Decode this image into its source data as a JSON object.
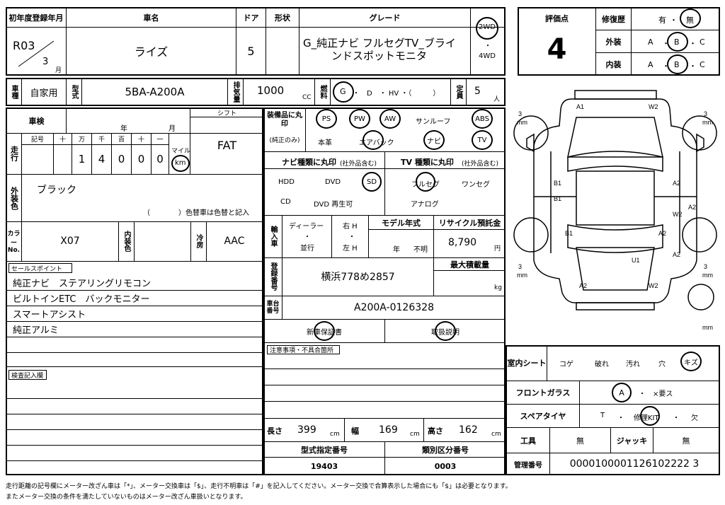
{
  "header": {
    "reg_year_label": "初年度登録年月",
    "reg_era": "R03",
    "reg_month": "3",
    "month_unit": "月",
    "car_name_label": "車名",
    "car_name": "ライズ",
    "doors_label": "ドア",
    "doors": "5",
    "shape_label": "形状",
    "grade_label": "グレード",
    "grade_line1": "G_純正ナビ フルセグTV_ブライ",
    "grade_line2": "ンドスポットモニタ",
    "drive_2wd": "2WD",
    "drive_dot": "・",
    "drive_4wd": "4WD"
  },
  "evaluation": {
    "score_label": "評価点",
    "score": "4",
    "repair_label": "修復歴",
    "repair_yes": "有",
    "repair_no": "無",
    "exterior_label": "外装",
    "interior_label": "内装",
    "grade_a": "A",
    "grade_b": "B",
    "grade_c": "C",
    "dot": "・"
  },
  "row2": {
    "usage_label": "車種",
    "usage": "自家用",
    "model_label": "型式",
    "model": "5BA-A200A",
    "displacement_label": "排気量",
    "displacement": "1000",
    "cc": "CC",
    "fuel_label": "燃料",
    "fuel_g": "G",
    "fuel_rest": "・　D　・ HV ・（　　　）",
    "capacity_label": "定員",
    "capacity": "5",
    "capacity_unit": "人"
  },
  "inspection": {
    "shaken_label": "車検",
    "year_unit": "年",
    "month_unit": "月",
    "shift_label": "シフト",
    "shift": "FAT",
    "mileage_label": "走行",
    "digit_headers": [
      "記号",
      "十",
      "万",
      "千",
      "百",
      "十",
      "一"
    ],
    "digits": [
      "",
      "",
      "1",
      "4",
      "0",
      "0",
      "0"
    ],
    "mile_label": "マイル",
    "km_label": "km"
  },
  "color": {
    "label": "外装色",
    "value": "ブラック",
    "note": "（　　　　）色替車は色替と記入",
    "color_no_label": "カラーNo.",
    "color_no": "X07",
    "interior_color_label": "内装色",
    "ac_label": "冷房",
    "ac": "AAC"
  },
  "equipment": {
    "label": "装備品に丸印",
    "sub": "(純正のみ)",
    "items_row1": [
      "PS",
      "PW",
      "AW",
      "サンルーフ",
      "ABS"
    ],
    "items_row2": [
      "本革",
      "エアバック",
      "ナビ",
      "TV"
    ]
  },
  "navi": {
    "title": "ナビ種類に丸印",
    "sub": "(社外品含む)",
    "options": [
      "HDD",
      "DVD",
      "SD",
      "CD",
      "DVD 再生可"
    ]
  },
  "tv": {
    "title": "TV 種類に丸印",
    "sub": "(社外品含む)",
    "options": [
      "フルセグ",
      "ワンセグ",
      "アナログ"
    ]
  },
  "import": {
    "label": "輸入車",
    "dealer": "ディーラー",
    "dot": "・",
    "parallel": "並行",
    "right": "右 H",
    "left": "左 H",
    "model_year_label": "モデル年式",
    "model_year_unit": "年",
    "model_year_unknown": "不明",
    "recycle_label": "リサイクル預託金",
    "recycle": "8,790",
    "yen": "円"
  },
  "registration": {
    "label": "登録番号",
    "value": "横浜778め2857",
    "max_load_label": "最大積載量",
    "kg": "kg",
    "chassis_label": "車台番号",
    "chassis": "A200A-0126328",
    "warranty": "新車保証書",
    "manual": "取扱説明"
  },
  "sales_points": {
    "label": "セールスポイント",
    "lines": [
      "純正ナビ　ステアリングリモコン",
      "ビルトインETC　バックモニター",
      "スマートアシスト",
      "純正アルミ"
    ]
  },
  "inspection_note_label": "検査記入欄",
  "caution_label": "注意事項・不具合箇所",
  "dimensions": {
    "length_label": "長さ",
    "length": "399",
    "width_label": "幅",
    "width": "169",
    "height_label": "高さ",
    "height": "162",
    "cm": "cm",
    "type_cert_label": "型式指定番号",
    "type_cert": "19403",
    "class_label": "類別区分番号",
    "class": "0003"
  },
  "diagram": {
    "labels": [
      "A1",
      "W2",
      "B1",
      "B1",
      "A2",
      "A2",
      "W2",
      "B1",
      "A2",
      "U1",
      "A2",
      "W2",
      "A2"
    ],
    "tire_marks": [
      "3",
      "3",
      "3",
      "3"
    ],
    "mm": "mm"
  },
  "condition": {
    "interior_label": "室内シート",
    "interior_items": [
      "コゲ",
      "破れ",
      "汚れ",
      "穴",
      "キズ"
    ],
    "windshield_label": "フロントガラス",
    "windshield_a": "A",
    "windshield_rest": "・　×要ス",
    "spare_label": "スペアタイヤ",
    "spare_t": "T",
    "spare_kit": "修理KIT",
    "spare_none": "欠",
    "tools_label": "工具",
    "tools": "無",
    "jack_label": "ジャッキ",
    "jack": "無",
    "mgmt_label": "管理番号",
    "mgmt": "0000100001126102222 3"
  },
  "footer": {
    "line1": "走行距離の記号欄にメーター改ざん車は「*」、メーター交換車は「$」、走行不明車は「#」を記入してください。メーター交換で合算表示した場合にも「$」は必要となります。",
    "line2": "またメーター交換の条件を満たしていないものはメーター改ざん車扱いとなります。"
  }
}
